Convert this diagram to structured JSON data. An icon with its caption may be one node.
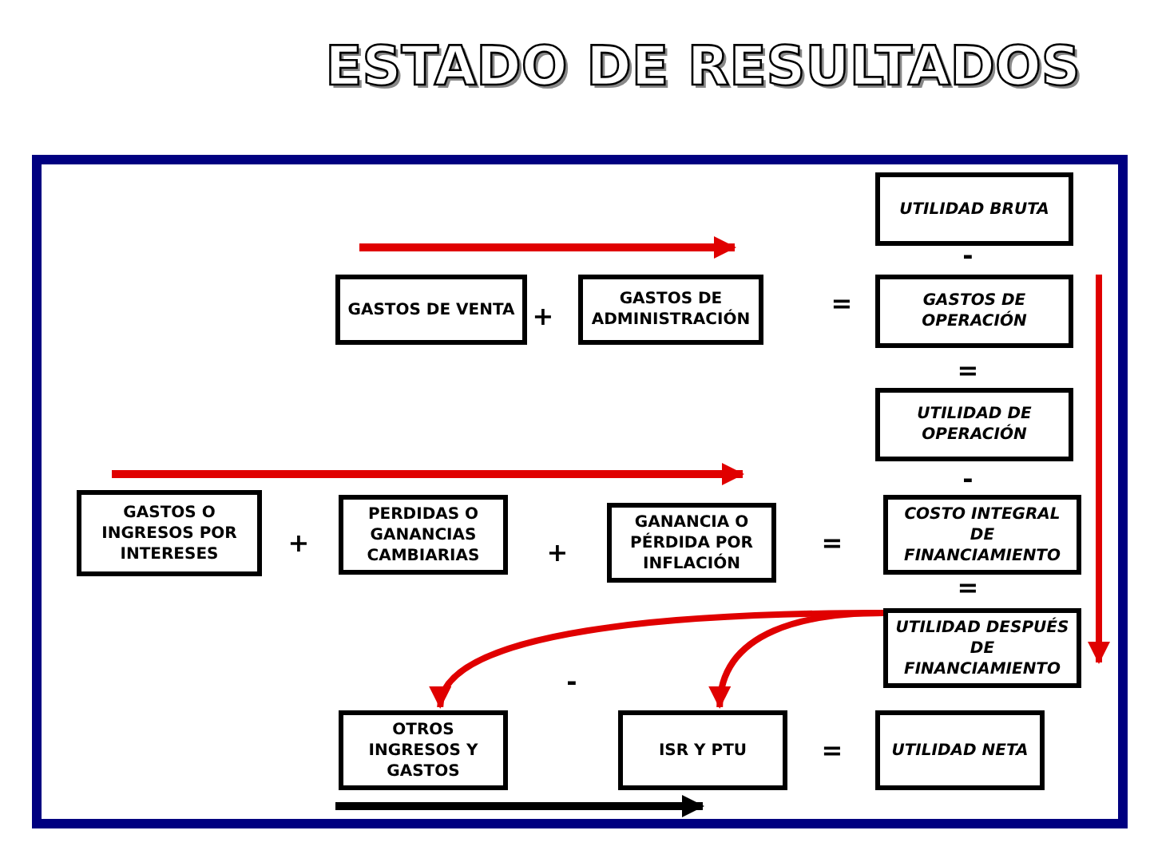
{
  "diagram": {
    "title": "ESTADO DE RESULTADOS",
    "nodes": [
      {
        "text": [
          "UTILIDAD BRUTA"
        ]
      },
      {
        "text": [
          "GASTOS DE VENTA"
        ]
      },
      {
        "text": [
          "GASTOS DE ADMINISTRACIÓN"
        ]
      },
      {
        "text": [
          "GASTOS DE OPERACIÓN"
        ]
      },
      {
        "text": [
          "UTILIDAD DE OPERACIÓN"
        ]
      },
      {
        "text": [
          "GASTOS O INGRESOS POR INTERESES"
        ]
      },
      {
        "text": [
          "PERDIDAS O GANANCIAS CAMBIARIAS"
        ]
      },
      {
        "text": [
          "GANANCIA O PÉRDIDA POR INFLACIÓN"
        ]
      },
      {
        "text": [
          "COSTO INTEGRAL DE FINANCIAMIENTO"
        ]
      },
      {
        "text": [
          "UTILIDAD DESPUÉS DE FINANCIAMIENTO"
        ]
      },
      {
        "text": [
          "OTROS INGRESOS Y GASTOS"
        ]
      },
      {
        "text": [
          "ISR Y PTU"
        ]
      },
      {
        "text": [
          "UTILIDAD NETA"
        ]
      }
    ],
    "edges": [
      {
        "from": 9,
        "to": 10,
        "arrow": "to"
      },
      {
        "from": 9,
        "to": 11,
        "arrow": "to"
      }
    ],
    "labels": [
      "-",
      "+",
      "=",
      "=",
      "-",
      "+",
      "+",
      "=",
      "=",
      "-",
      "="
    ]
  }
}
